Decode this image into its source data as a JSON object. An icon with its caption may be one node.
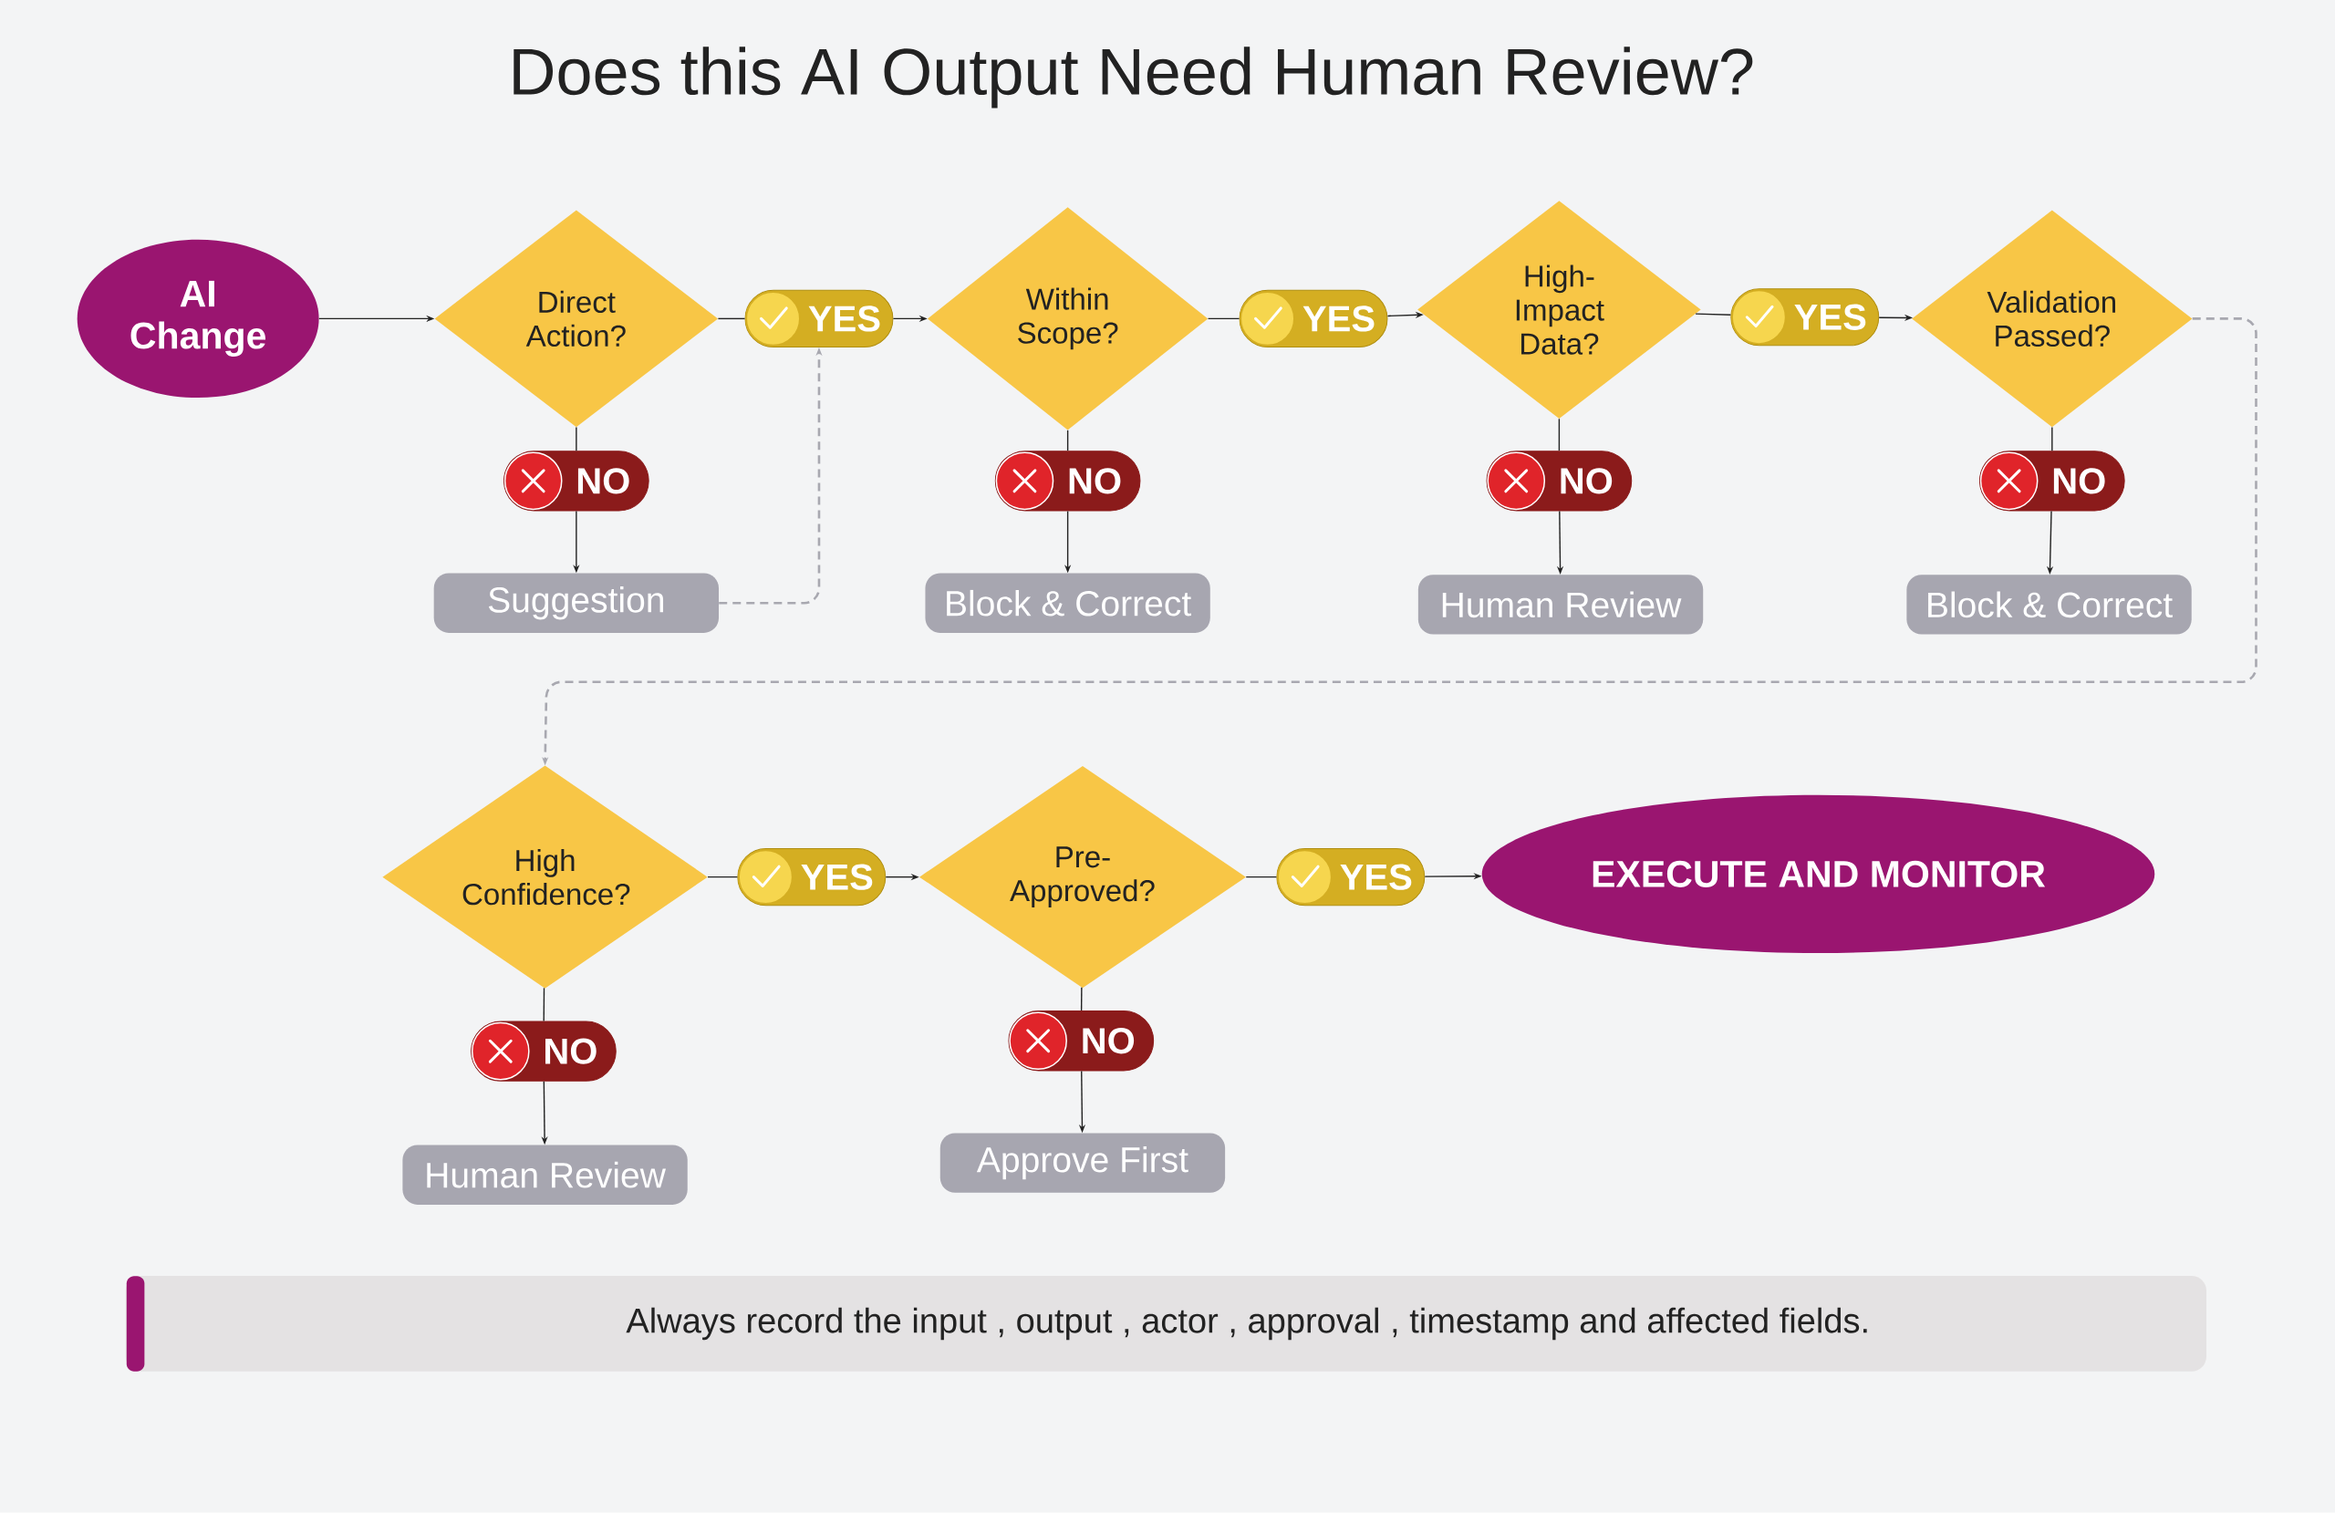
{
  "diagram": {
    "title": "Does this AI Output Need Human Review?",
    "nodes": [
      {
        "text": [
          "AI Change"
        ]
      },
      {
        "text": [
          "Direct Action?"
        ]
      },
      {
        "text": [
          "YES"
        ]
      },
      {
        "text": [
          "NO"
        ]
      },
      {
        "text": [
          "Suggestion"
        ]
      },
      {
        "text": [
          "Within Scope?"
        ]
      },
      {
        "text": [
          "YES"
        ]
      },
      {
        "text": [
          "NO"
        ]
      },
      {
        "text": [
          "Block & Correct"
        ]
      },
      {
        "text": [
          "High-Impact Data?"
        ]
      },
      {
        "text": [
          "YES"
        ]
      },
      {
        "text": [
          "NO"
        ]
      },
      {
        "text": [
          "Human Review"
        ]
      },
      {
        "text": [
          "Validation Passed?"
        ]
      },
      {
        "text": [
          "NO"
        ]
      },
      {
        "text": [
          "Block & Correct"
        ]
      },
      {
        "text": [
          "High Confidence?"
        ]
      },
      {
        "text": [
          "YES"
        ]
      },
      {
        "text": [
          "NO"
        ]
      },
      {
        "text": [
          "Human Review"
        ]
      },
      {
        "text": [
          "Pre-Approved?"
        ]
      },
      {
        "text": [
          "YES"
        ]
      },
      {
        "text": [
          "NO"
        ]
      },
      {
        "text": [
          "Approve First"
        ]
      },
      {
        "text": [
          "EXECUTE AND MONITOR"
        ]
      },
      {
        "text": [
          "Always record the input , output , actor , approval , timestamp and affected fields."
        ]
      }
    ],
    "edges": [
      {
        "from": 0,
        "to": 1,
        "arrow": "to"
      },
      {
        "from": 1,
        "to": 2,
        "arrow": "none"
      },
      {
        "from": 2,
        "to": 5,
        "arrow": "to"
      },
      {
        "from": 5,
        "to": 6,
        "arrow": "none"
      },
      {
        "from": 6,
        "to": 9,
        "arrow": "to"
      },
      {
        "from": 9,
        "to": 10,
        "arrow": "none"
      },
      {
        "from": 10,
        "to": 13,
        "arrow": "to"
      },
      {
        "from": 13,
        "to": 16,
        "arrow": "to",
        "style": "dashed",
        "color": "#a8a8b0"
      },
      {
        "from": 1,
        "to": 3,
        "arrow": "none"
      },
      {
        "from": 3,
        "to": 4,
        "arrow": "to"
      },
      {
        "from": 4,
        "to": 2,
        "arrow": "to",
        "style": "dashed",
        "color": "#a8a8b0"
      },
      {
        "from": 5,
        "to": 7,
        "arrow": "none"
      },
      {
        "from": 7,
        "to": 8,
        "arrow": "to"
      },
      {
        "from": 9,
        "to": 11,
        "arrow": "none"
      },
      {
        "from": 11,
        "to": 12,
        "arrow": "to"
      },
      {
        "from": 13,
        "to": 14,
        "arrow": "none"
      },
      {
        "from": 14,
        "to": 15,
        "arrow": "to"
      },
      {
        "from": 16,
        "to": 17,
        "arrow": "none"
      },
      {
        "from": 17,
        "to": 20,
        "arrow": "to"
      },
      {
        "from": 20,
        "to": 21,
        "arrow": "none"
      },
      {
        "from": 21,
        "to": 24,
        "arrow": "to"
      },
      {
        "from": 16,
        "to": 18,
        "arrow": "none"
      },
      {
        "from": 18,
        "to": 19,
        "arrow": "to"
      },
      {
        "from": 20,
        "to": 22,
        "arrow": "none"
      },
      {
        "from": 22,
        "to": 23,
        "arrow": "to"
      }
    ]
  }
}
